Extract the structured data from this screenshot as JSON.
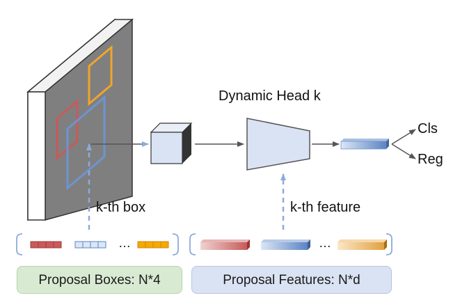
{
  "title": "Dynamic Head k",
  "outputs": {
    "cls": "Cls",
    "reg": "Reg"
  },
  "arrow_labels": {
    "box": "k-th box",
    "feature": "k-th feature"
  },
  "ellipsis": "…",
  "proposal_boxes": {
    "label": "Proposal Boxes: N*4",
    "color": "#d9ead3",
    "items": [
      "red",
      "blue",
      "orange"
    ]
  },
  "proposal_features": {
    "label": "Proposal Features: N*d",
    "color": "#dae3f3",
    "items": [
      "red",
      "blue",
      "orange"
    ]
  },
  "colors": {
    "red": "#c85a5a",
    "blue": "#6e94cf",
    "orange": "#f0a52a",
    "feature_map": "#808080",
    "head": "#dae3f3"
  }
}
